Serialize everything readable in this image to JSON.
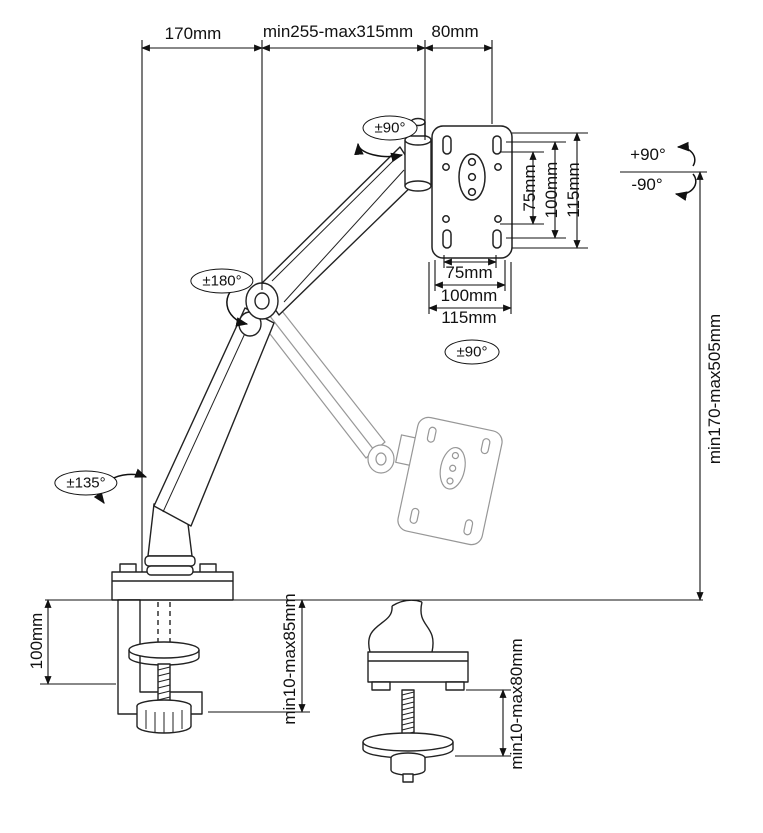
{
  "top_dimensions": {
    "left": "170mm",
    "middle": "min255-max315mm",
    "right": "80mm"
  },
  "vesa_dimensions": {
    "vertical": [
      "75mm",
      "100mm",
      "115mm"
    ],
    "horizontal": [
      "75mm",
      "100mm",
      "115mm"
    ]
  },
  "rotation_labels": {
    "head_swivel": "±90°",
    "elbow_swivel": "±180°",
    "base_swivel": "±135°",
    "vesa_rotation": "±90°",
    "tilt_up": "+90°",
    "tilt_down": "-90°"
  },
  "height_dimensions": {
    "arm_height_range": "min170-max505mm",
    "clamp_reach": "100mm",
    "clamp_thickness_range": "min10-max85mm",
    "grommet_thickness_range": "min10-max80mm"
  }
}
